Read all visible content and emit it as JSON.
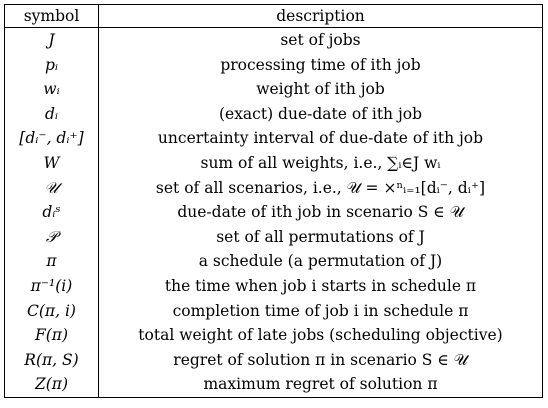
{
  "table": {
    "headers": {
      "symbol": "symbol",
      "description": "description"
    },
    "rows": [
      {
        "symbol": "J",
        "description": "set of jobs"
      },
      {
        "symbol": "pᵢ",
        "description": "processing time of ith job"
      },
      {
        "symbol": "wᵢ",
        "description": "weight of ith job"
      },
      {
        "symbol": "dᵢ",
        "description": "(exact) due-date of ith job"
      },
      {
        "symbol": "[dᵢ⁻, dᵢ⁺]",
        "description": "uncertainty interval of due-date of ith job"
      },
      {
        "symbol": "W",
        "description": "sum of all weights, i.e., ∑ᵢ∈J wᵢ"
      },
      {
        "symbol": "𝒰",
        "description": "set of all scenarios, i.e., 𝒰 = ×ⁿᵢ₌₁[dᵢ⁻, dᵢ⁺]"
      },
      {
        "symbol": "dᵢˢ",
        "description": "due-date of ith job in scenario S ∈ 𝒰"
      },
      {
        "symbol": "𝒫",
        "description": "set of all permutations of J"
      },
      {
        "symbol": "π",
        "description": "a schedule (a permutation of J)"
      },
      {
        "symbol": "π⁻¹(i)",
        "description": "the time when job i starts in schedule π"
      },
      {
        "symbol": "C(π, i)",
        "description": "completion time of job i in schedule π"
      },
      {
        "symbol": "F(π)",
        "description": "total weight of late jobs (scheduling objective)"
      },
      {
        "symbol": "R(π, S)",
        "description": "regret of solution π in scenario S ∈ 𝒰"
      },
      {
        "symbol": "Z(π)",
        "description": "maximum regret of solution π"
      }
    ]
  }
}
